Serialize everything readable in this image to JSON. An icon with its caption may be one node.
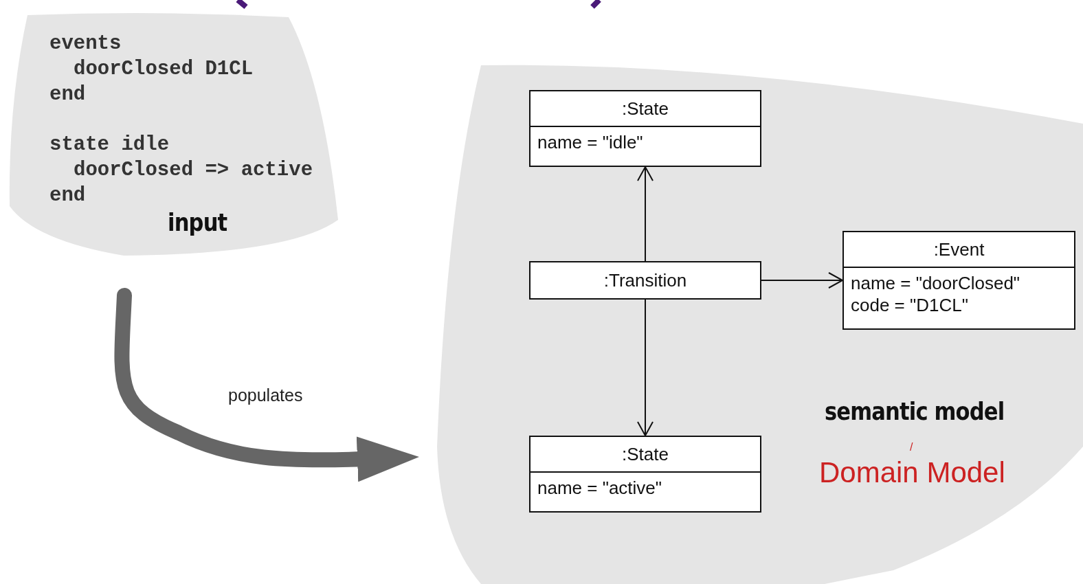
{
  "diagram": {
    "nodes": [
      {
        "text": [
          "events",
          "doorClosed D1CL",
          "end",
          "state idle",
          "doorClosed => active",
          "end",
          "input"
        ]
      },
      {
        "text": [
          "semantic model"
        ]
      },
      {
        "text": [
          ":State",
          "name = \"idle\""
        ],
        "in": 1
      },
      {
        "text": [
          ":Transition"
        ],
        "in": 1
      },
      {
        "text": [
          ":Event",
          "name = \"doorClosed\"",
          "code = \"D1CL\""
        ],
        "in": 1
      },
      {
        "text": [
          ":State",
          "name = \"active\""
        ],
        "in": 1
      }
    ],
    "edges": [
      {
        "from": 3,
        "to": 2,
        "arrow": "to"
      },
      {
        "from": 3,
        "to": 4,
        "arrow": "to"
      },
      {
        "from": 3,
        "to": 5,
        "arrow": "to"
      },
      {
        "from": 0,
        "to": 1,
        "arrow": "to",
        "label": "populates",
        "style": "thick",
        "color": "#666666"
      }
    ],
    "labels": [
      "/",
      "Domain Model"
    ]
  }
}
